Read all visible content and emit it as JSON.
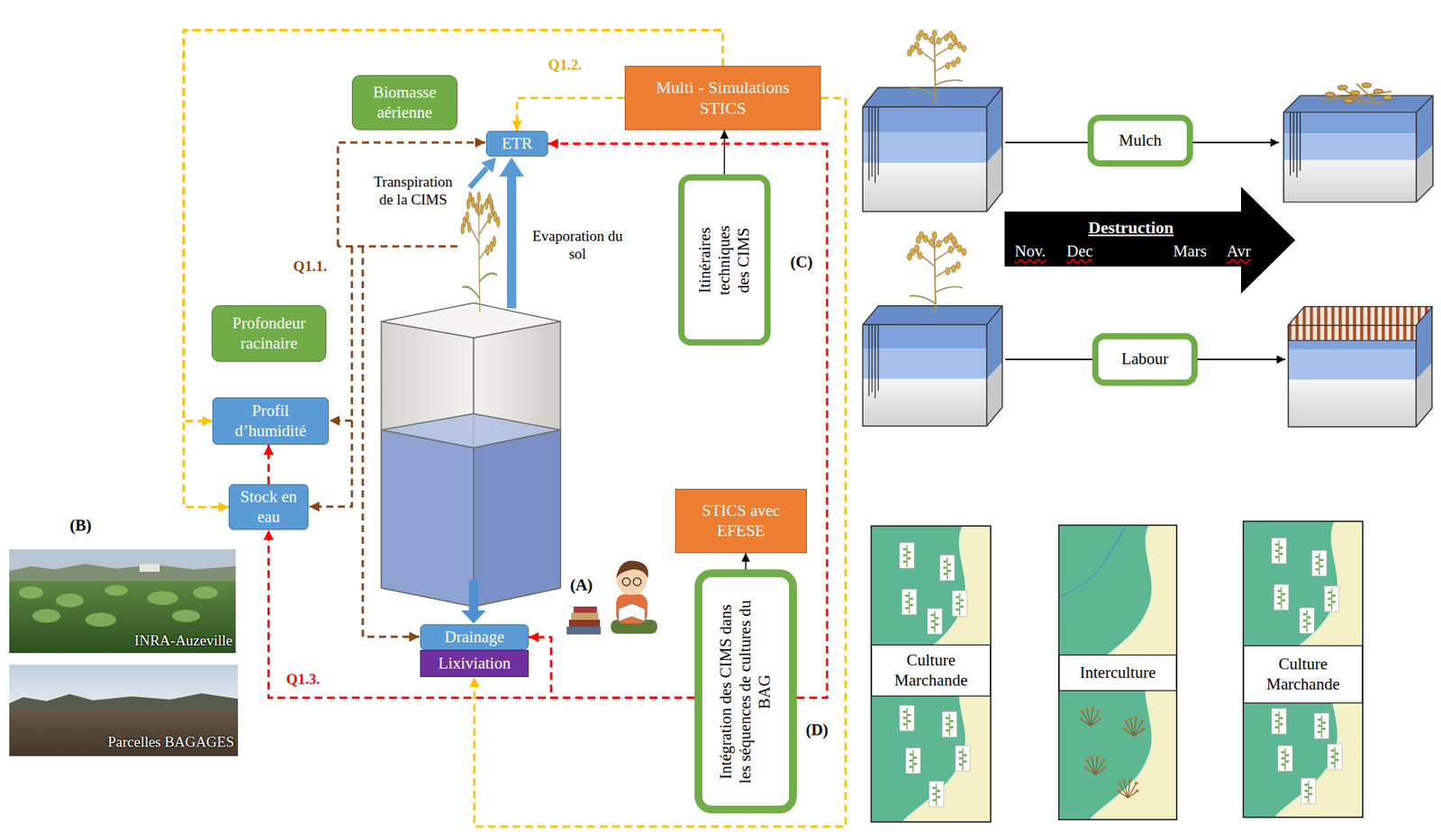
{
  "diagram": {
    "nodes": [
      {
        "text": [
          "Multi - Simulations STICS"
        ]
      },
      {
        "text": [
          "Biomasse aérienne"
        ]
      },
      {
        "text": [
          "ETR"
        ]
      },
      {
        "text": [
          "Itinéraires techniques des CIMS"
        ]
      },
      {
        "text": [
          "Profondeur racinaire"
        ]
      },
      {
        "text": [
          "Profil d’humidité"
        ]
      },
      {
        "text": [
          "Stock en eau"
        ]
      },
      {
        "text": [
          "STICS avec EFESE"
        ]
      },
      {
        "text": [
          "Drainage"
        ]
      },
      {
        "text": [
          "Lixiviation"
        ]
      },
      {
        "text": [
          "Intégration des CIMS dans les séquences de cultures du BAG"
        ]
      },
      {
        "text": [
          "Mulch"
        ]
      },
      {
        "text": [
          "Labour"
        ]
      },
      {
        "text": [
          "Destruction",
          "Nov.",
          "Dec",
          "Mars",
          "Avr"
        ]
      },
      {
        "text": [
          "Culture Marchande"
        ]
      },
      {
        "text": [
          "Interculture"
        ]
      },
      {
        "text": [
          "Culture Marchande"
        ]
      }
    ],
    "edges": [
      {
        "from": 0,
        "to": 2,
        "arrow": "to"
      },
      {
        "from": 0,
        "to": 5,
        "arrow": "to"
      },
      {
        "from": 0,
        "to": 6,
        "arrow": "to"
      },
      {
        "from": 0,
        "to": 9,
        "arrow": "to"
      },
      {
        "from": 3,
        "to": 0,
        "arrow": "to"
      },
      {
        "from": 10,
        "to": 7,
        "arrow": "to"
      },
      {
        "from": 10,
        "to": 2,
        "arrow": "to"
      },
      {
        "from": 10,
        "to": 8,
        "arrow": "to"
      },
      {
        "from": 10,
        "to": 6,
        "arrow": "to"
      },
      {
        "from": 6,
        "to": 5,
        "arrow": "to"
      }
    ],
    "labels": [
      "Q1.2.",
      "Q1.1.",
      "Q1.3.",
      "Transpiration de la CIMS",
      "Evaporation du sol",
      "(A)",
      "(B)",
      "(C)",
      "(D)",
      "INRA-Auzeville",
      "Parcelles BAGAGES"
    ]
  }
}
